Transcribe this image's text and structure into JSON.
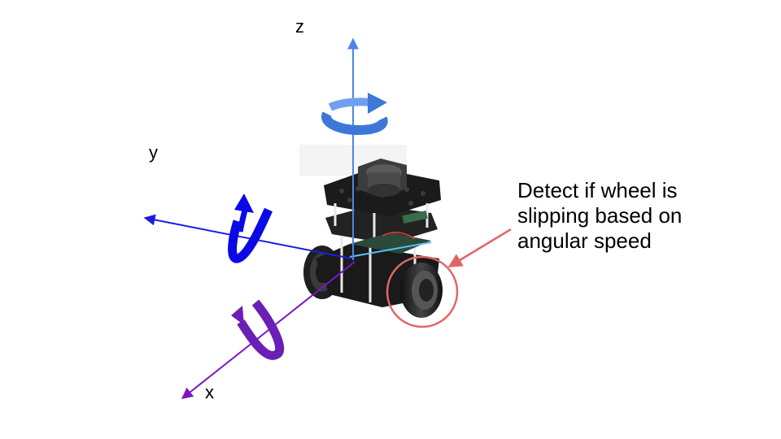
{
  "axes": {
    "z": {
      "label": "z",
      "color": "#4a86e8"
    },
    "y": {
      "label": "y",
      "color": "#1c1ce0"
    },
    "x": {
      "label": "x",
      "color": "#7a16c4"
    }
  },
  "rotation_arrows": {
    "z": {
      "color": "#3d78d8"
    },
    "y": {
      "color": "#0a0ae6"
    },
    "x": {
      "color": "#6a1fb5"
    }
  },
  "annotation": {
    "lines": [
      "Detect if wheel is",
      "slipping based on",
      "angular speed"
    ],
    "color": "#e06666"
  },
  "robot": {
    "body_color": "#1a1a1a",
    "wheel_color": "#2b2b2b"
  }
}
